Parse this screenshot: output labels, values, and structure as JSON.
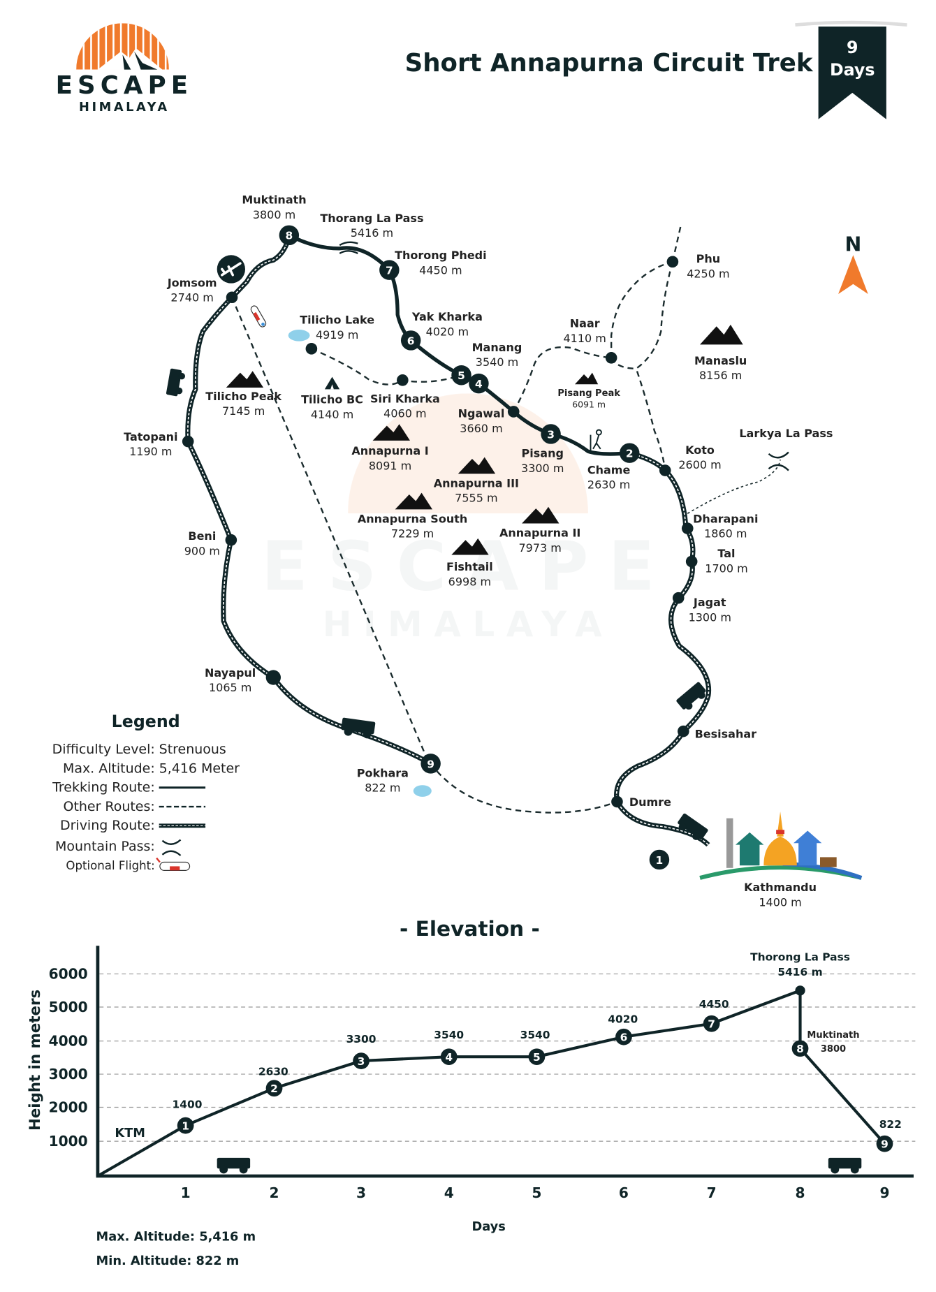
{
  "brand": {
    "name": "ESCAPE",
    "sub": "HIMALAYA",
    "accent": "#f07a2c",
    "dark": "#0f2427"
  },
  "header": {
    "title": "Short Annapurna Circuit Trek",
    "ribbon_number": "9",
    "ribbon_unit": "Days"
  },
  "compass": {
    "letter": "N",
    "color": "#f07a2c"
  },
  "places": {
    "muktinath": {
      "name": "Muktinath",
      "alt": "3800 m"
    },
    "thorang": {
      "name": "Thorang La Pass",
      "alt": "5416 m"
    },
    "thorong_phedi": {
      "name": "Thorong Phedi",
      "alt": "4450 m"
    },
    "jomsom": {
      "name": "Jomsom",
      "alt": "2740 m"
    },
    "tilicho_lake": {
      "name": "Tilicho Lake",
      "alt": "4919 m"
    },
    "yak_kharka": {
      "name": "Yak Kharka",
      "alt": "4020 m"
    },
    "manang": {
      "name": "Manang",
      "alt": "3540 m"
    },
    "naar": {
      "name": "Naar",
      "alt": "4110 m"
    },
    "phu": {
      "name": "Phu",
      "alt": "4250 m"
    },
    "manaslu": {
      "name": "Manaslu",
      "alt": "8156 m"
    },
    "tilicho_peak": {
      "name": "Tilicho Peak",
      "alt": "7145 m"
    },
    "tilicho_bc": {
      "name": "Tilicho BC",
      "alt": "4140 m"
    },
    "siri_kharka": {
      "name": "Siri Kharka",
      "alt": "4060 m"
    },
    "pisang_peak": {
      "name": "Pisang Peak",
      "alt": "6091 m"
    },
    "ngawal": {
      "name": "Ngawal",
      "alt": "3660 m"
    },
    "tatopani": {
      "name": "Tatopani",
      "alt": "1190 m"
    },
    "annapurna_1": {
      "name": "Annapurna I",
      "alt": "8091 m"
    },
    "pisang": {
      "name": "Pisang",
      "alt": "3300 m"
    },
    "chame": {
      "name": "Chame",
      "alt": "2630 m"
    },
    "koto": {
      "name": "Koto",
      "alt": "2600 m"
    },
    "larkya": {
      "name": "Larkya La Pass"
    },
    "annapurna_3": {
      "name": "Annapurna III",
      "alt": "7555 m"
    },
    "annapurna_south": {
      "name": "Annapurna South",
      "alt": "7229 m"
    },
    "annapurna_2": {
      "name": "Annapurna II",
      "alt": "7973 m"
    },
    "dharapani": {
      "name": "Dharapani",
      "alt": "1860 m"
    },
    "beni": {
      "name": "Beni",
      "alt": "900 m"
    },
    "tal": {
      "name": "Tal",
      "alt": "1700 m"
    },
    "fishtail": {
      "name": "Fishtail",
      "alt": "6998 m"
    },
    "jagat": {
      "name": "Jagat",
      "alt": "1300 m"
    },
    "nayapul": {
      "name": "Nayapul",
      "alt": "1065 m"
    },
    "besisahar": {
      "name": "Besisahar"
    },
    "pokhara": {
      "name": "Pokhara",
      "alt": "822 m"
    },
    "dumre": {
      "name": "Dumre"
    },
    "kathmandu": {
      "name": "Kathmandu",
      "alt": "1400 m"
    }
  },
  "day_markers": [
    "1",
    "2",
    "3",
    "4",
    "5",
    "6",
    "7",
    "8",
    "9"
  ],
  "legend": {
    "title": "Legend",
    "difficulty_label": "Difficulty Level:",
    "difficulty_value": "Strenuous",
    "max_alt_label": "Max. Altitude:",
    "max_alt_value": "5,416 Meter",
    "trekking_label": "Trekking Route:",
    "other_label": "Other Routes:",
    "driving_label": "Driving Route:",
    "pass_label": "Mountain Pass:",
    "flight_label": "Optional Flight:"
  },
  "elevation": {
    "title": "- Elevation -",
    "ylabel": "Height in meters",
    "xlabel": "Days",
    "start_label": "KTM",
    "peak_label": "Thorong La Pass",
    "peak_value": "5416 m",
    "muktinath_label": "Muktinath",
    "muktinath_value": "3800",
    "yticks": [
      "6000",
      "5000",
      "4000",
      "3000",
      "2000",
      "1000"
    ],
    "xticks": [
      "1",
      "2",
      "3",
      "4",
      "5",
      "6",
      "7",
      "8",
      "9"
    ],
    "point_labels": [
      "1400",
      "2630",
      "3300",
      "3540",
      "3540",
      "4020",
      "4450",
      "822"
    ],
    "max_altitude": "Max. Altitude: 5,416 m",
    "min_altitude": "Min. Altitude: 822 m"
  },
  "chart_data": {
    "type": "line",
    "title": "- Elevation -",
    "xlabel": "Days",
    "ylabel": "Height in meters",
    "categories": [
      "KTM",
      "1",
      "2",
      "3",
      "4",
      "5",
      "6",
      "7",
      "Thorong La Pass",
      "8",
      "9"
    ],
    "x": [
      0,
      1,
      2,
      3,
      4,
      5,
      6,
      7,
      8,
      8,
      9
    ],
    "values": [
      0,
      1400,
      2630,
      3300,
      3540,
      3540,
      4020,
      4450,
      5416,
      3800,
      822
    ],
    "ylim": [
      0,
      6800
    ],
    "yticks": [
      1000,
      2000,
      3000,
      4000,
      5000,
      6000
    ],
    "xticks": [
      1,
      2,
      3,
      4,
      5,
      6,
      7,
      8,
      9
    ],
    "grid": true,
    "annotations": [
      "KTM",
      "Thorong La Pass 5416 m",
      "Muktinath 3800"
    ],
    "legend": null
  }
}
